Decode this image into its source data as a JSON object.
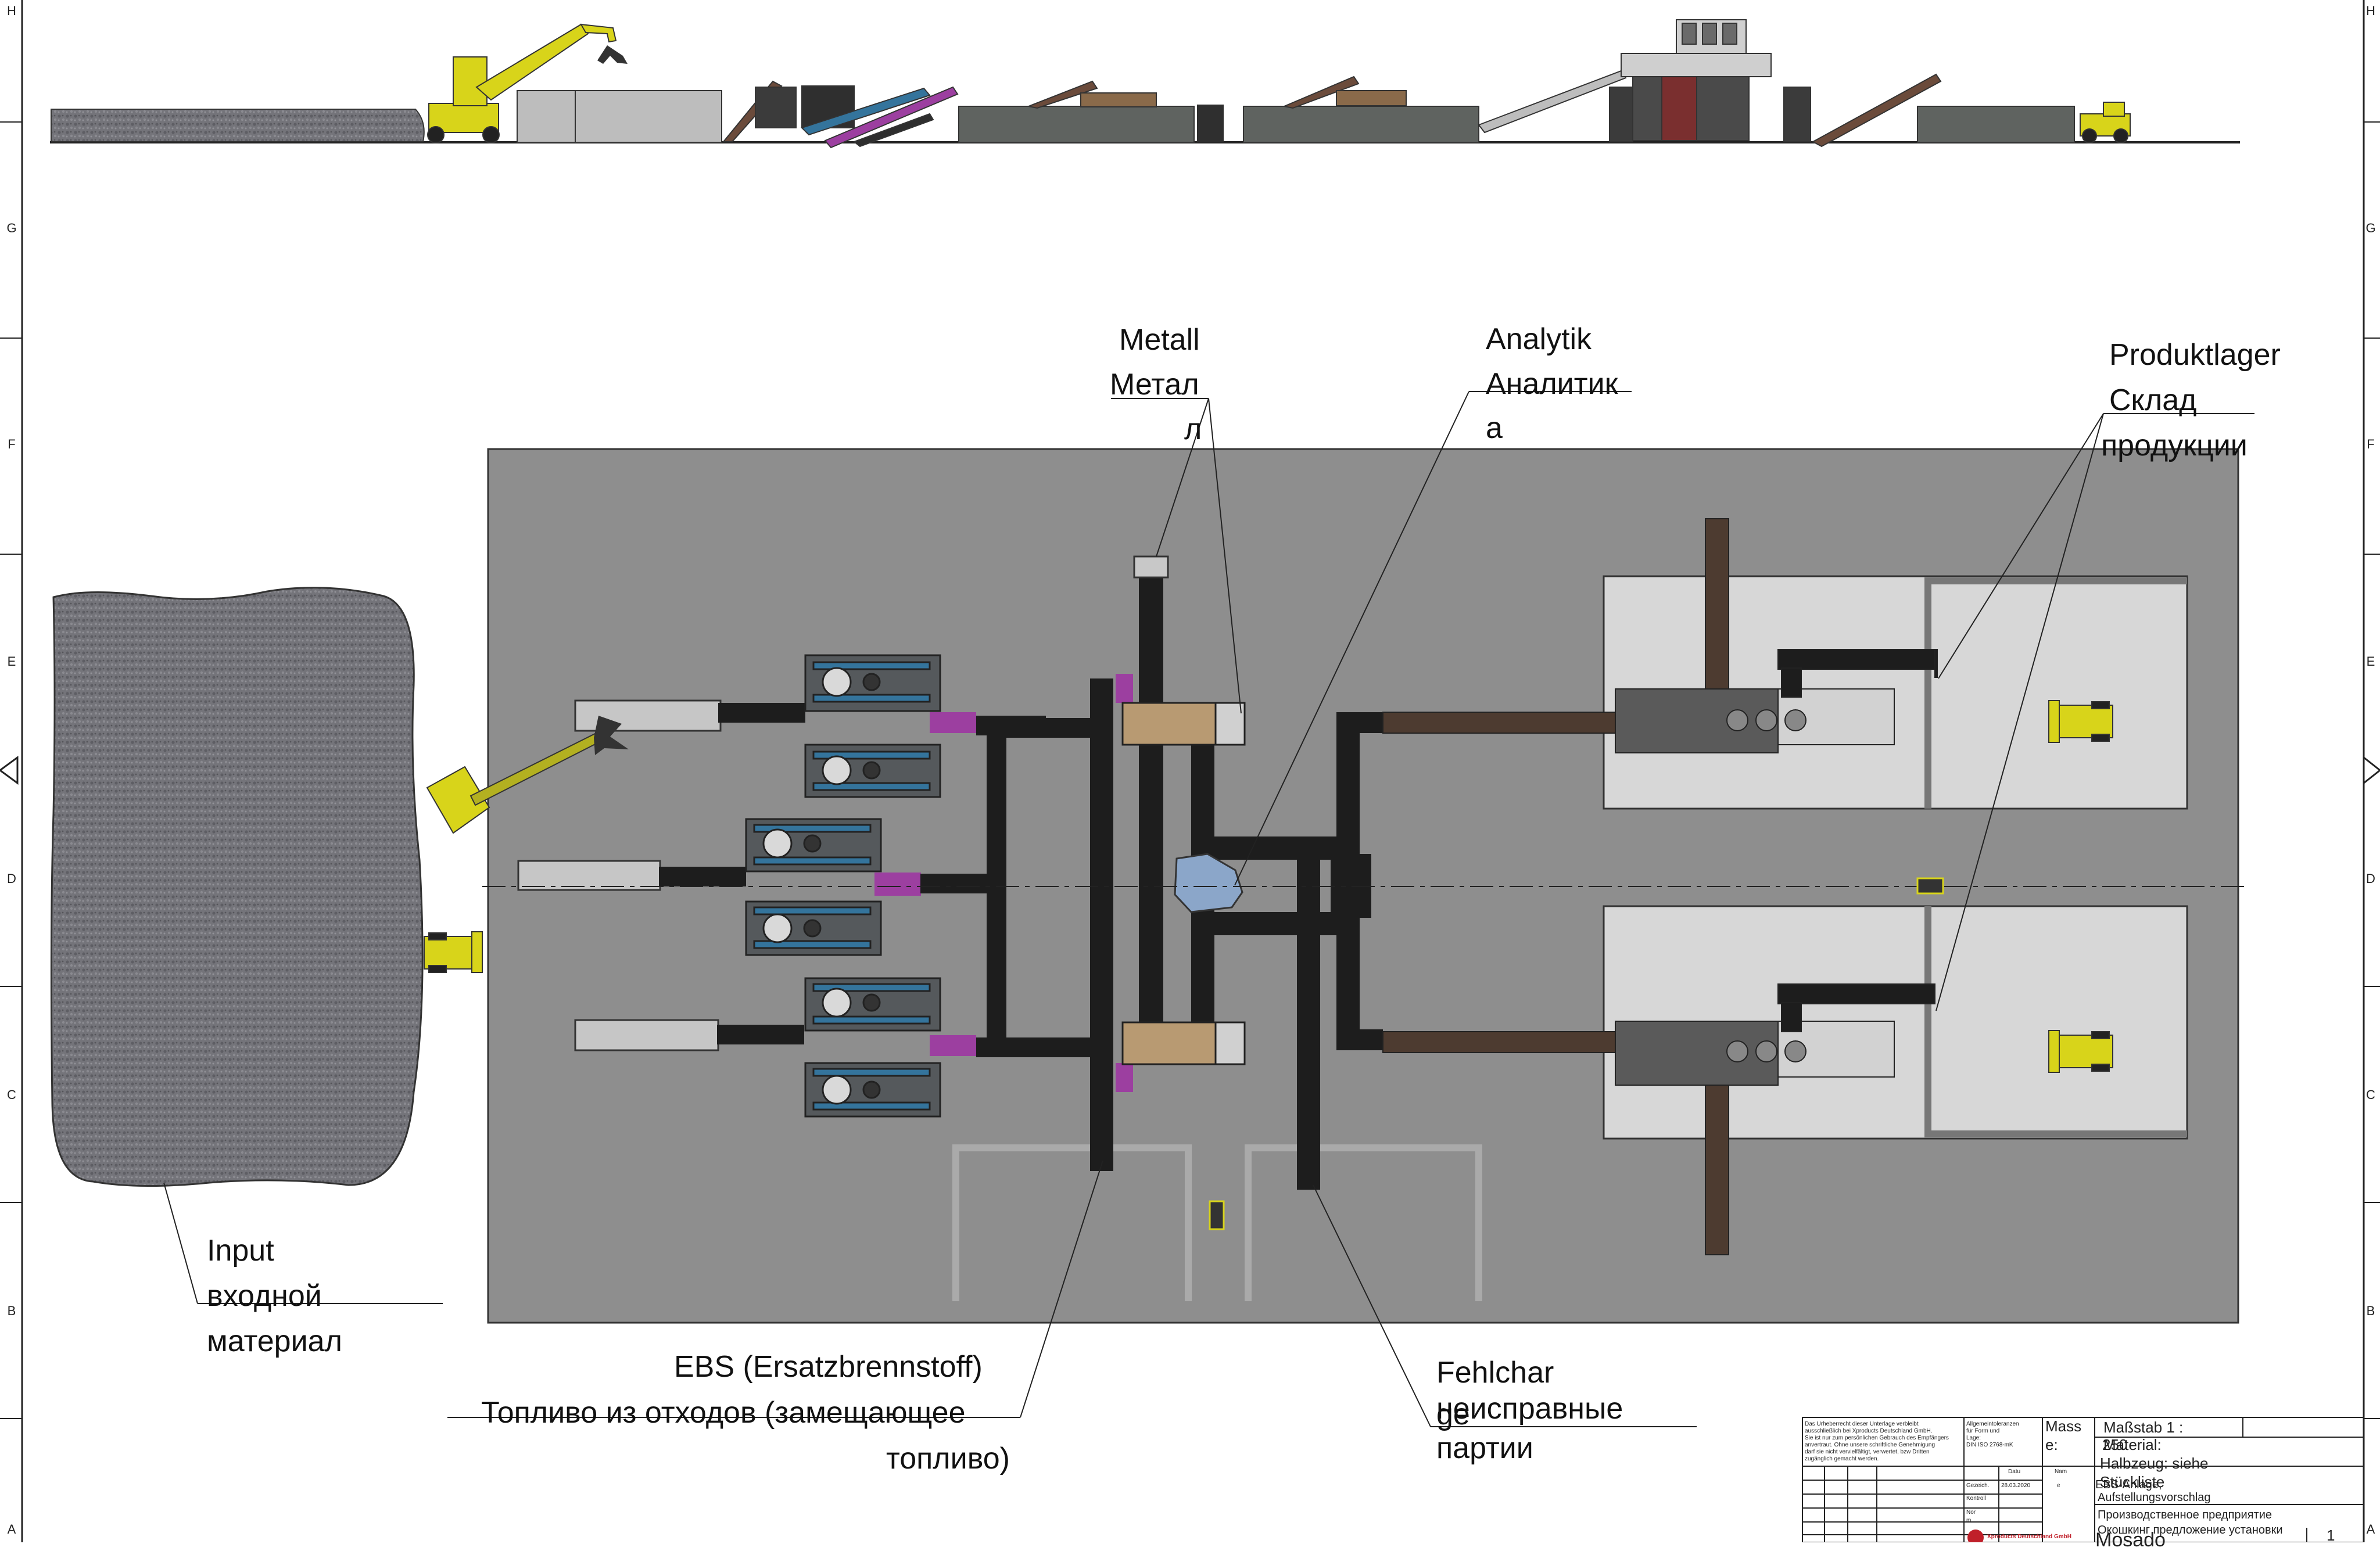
{
  "border": {
    "row_letters_left": [
      "H",
      "G",
      "F",
      "E",
      "D",
      "C",
      "B",
      "A"
    ],
    "row_letters_right": [
      "H",
      "G",
      "F",
      "E",
      "D",
      "C",
      "B",
      "A"
    ]
  },
  "labels": {
    "metal_de": "Metall",
    "metal_ru_1": "Метал",
    "metal_ru_2": "л",
    "analytik_de": "Analytik",
    "analytik_ru_1": "Аналитик",
    "analytik_ru_2": "а",
    "produkt_de": "Produktlager",
    "produkt_ru_1": "Склад",
    "produkt_ru_2": "продукции",
    "input_de": "Input",
    "input_ru_1": "входной",
    "input_ru_2": "материал",
    "ebs_de": "EBS   (Ersatzbrennstoff)",
    "ebs_ru_1": "Топливо  из  отходов  (замещающее",
    "ebs_ru_2": "топливо)",
    "fehl_de_1": "Fehlchar",
    "fehl_de_2": "ge",
    "fehl_ru_1": "неисправные",
    "fehl_ru_2": "партии"
  },
  "title_block": {
    "legal_text": [
      "Das Urheberrecht dieser Unterlage verbleibt",
      "ausschließlich bei Xproducts Deutschland GmbH.",
      "Sie ist nur zum persönlichen Gebrauch des Empfängers",
      "anvertraut. Ohne unsere schriftliche Genehmigung",
      "darf sie nicht vervielfältigt, verwertet, bzw Dritten",
      "zugänglich gemacht werden."
    ],
    "tolerances": [
      "Allgemeintoleranzen",
      "für Form und",
      "Lage:",
      "DIN ISO 2768-mK"
    ],
    "mass_label_1": "Mass",
    "mass_label_2": "e:",
    "scale_label": "Maßstab 1 :",
    "scale_value": "250",
    "material": "Material:",
    "halbzeug": "Halbzeug: siehe",
    "stueckliste": "Stückliste",
    "datum_header": "Datu",
    "name_header": "Nam",
    "gezeichnet": "Gezeich.",
    "gezeichnet_date": "28.03.2020",
    "gezeichnet_name": "e",
    "kontroll": "Kontroll",
    "norm": "Nor",
    "norm_b": "m",
    "title_line_1": "EBS-Anlage,",
    "title_line_2": "Aufstellungsvorschlag",
    "title_ru_1": "Производственное предприятие",
    "title_ru_2": "Окошкинг  предложение установки",
    "company": "Xproducts Deutschland GmbH",
    "project": "Mosado",
    "sheet": "1"
  },
  "colors": {
    "floor": "#8e8e8e",
    "conveyor": "#1d1d1d",
    "storage_area": "#d7d7d7",
    "input_pile": "#7b7b80",
    "shredder_blue": "#34749c",
    "machine_tan": "#b89a72",
    "analyser_blue": "#8ba6c9",
    "loader_yellow": "#d8d41a",
    "magenta_accent": "#9c3fa0",
    "brown_conveyor": "#4d3b30"
  }
}
